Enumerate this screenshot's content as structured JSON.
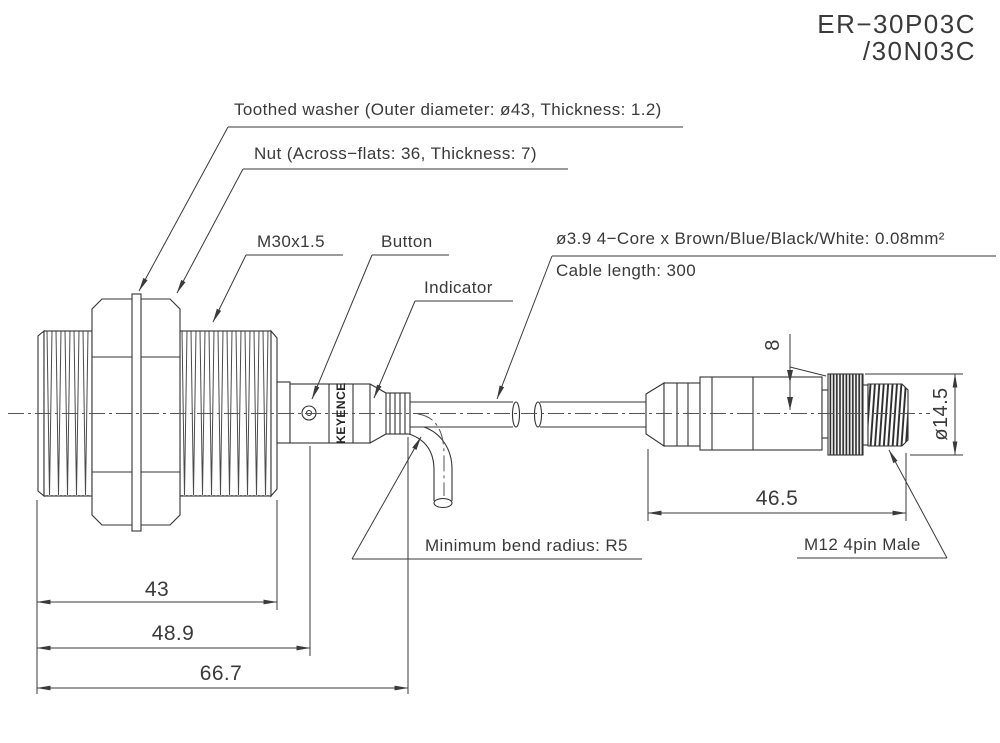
{
  "title": {
    "model_line1": "ER−30P03C",
    "model_line2": "/30N03C"
  },
  "labels": {
    "toothed_washer": "Toothed washer (Outer diameter: ø43, Thickness: 1.2)",
    "nut": "Nut (Across−flats: 36, Thickness: 7)",
    "thread_spec": "M30x1.5",
    "button": "Button",
    "indicator": "Indicator",
    "cable_spec": "ø3.9 4−Core x Brown/Blue/Black/White: 0.08mm²",
    "cable_length": "Cable length: 300",
    "min_bend_radius": "Minimum bend radius: R5",
    "connector_type": "M12 4pin Male",
    "brand": "KEYENCE"
  },
  "dimensions": {
    "thread_length": "43",
    "body_length": "48.9",
    "overall_length": "66.7",
    "connector_length": "46.5",
    "connector_offset": "8",
    "connector_diameter": "ø14.5"
  },
  "colors": {
    "line": "#3a3a3a",
    "background": "#ffffff"
  }
}
